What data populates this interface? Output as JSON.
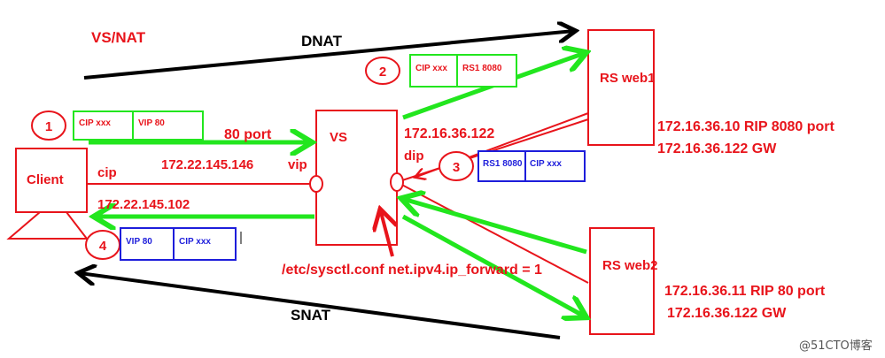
{
  "title": "VS/NAT",
  "dnat_label": "DNAT",
  "snat_label": "SNAT",
  "client": {
    "label": "Client",
    "cip_label": "cip",
    "ip_top": "172.22.145.146",
    "ip_bottom": "172.22.145.102"
  },
  "vs": {
    "label": "VS",
    "vip_label": "vip",
    "dip_label": "dip",
    "dip_ip": "172.16.36.122",
    "sysctl": "/etc/sysctl.conf net.ipv4.ip_forward = 1"
  },
  "port_label": "80 port",
  "web1": {
    "label": "RS web1",
    "rip_line": "172.16.36.10 RIP  8080 port",
    "gw_line": "172.16.36.122 GW"
  },
  "web2": {
    "label": "RS web2",
    "rip_line": "172.16.36.11  RIP   80 port",
    "gw_line": "172.16.36.122 GW"
  },
  "steps": [
    {
      "num": "1",
      "left": "CIP xxx",
      "right": "VIP 80"
    },
    {
      "num": "2",
      "left": "CIP xxx",
      "right": "RS1 8080"
    },
    {
      "num": "3",
      "left": "RS1 8080",
      "right": "CIP xxx"
    },
    {
      "num": "4",
      "left": "VIP 80",
      "right": "CIP xxx"
    }
  ],
  "watermark": "@51CTO博客",
  "colors": {
    "red": "#e8141b",
    "green": "#22e61e",
    "blue": "#1d1ddb",
    "black": "#000000"
  }
}
